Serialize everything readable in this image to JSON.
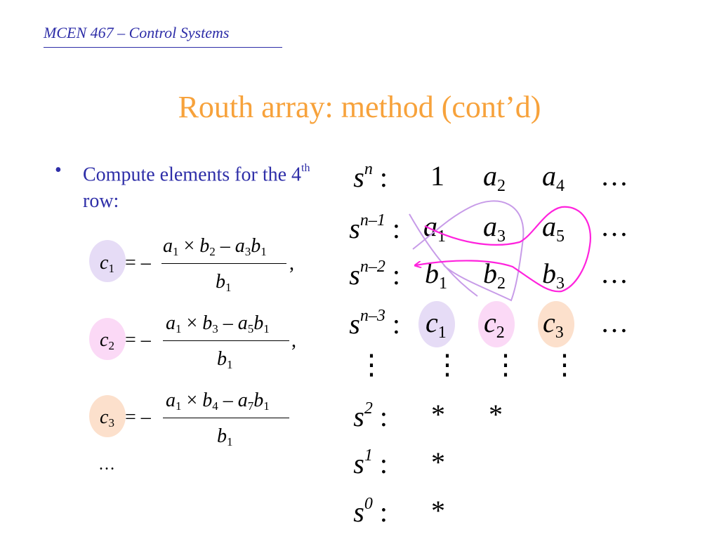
{
  "header": {
    "course": "MCEN 467 – Control Systems"
  },
  "title": "Routh array: method (cont’d)",
  "bullet": {
    "symbol": "•",
    "text_main": "Compute elements for the 4",
    "text_sup": "th",
    "text_end": " row:"
  },
  "equations": [
    {
      "lhs_var": "c",
      "lhs_sub": "1",
      "eq": "= –",
      "num": [
        "a",
        "1",
        " × ",
        "b",
        "2",
        " – ",
        "a",
        "3",
        "b",
        "1"
      ],
      "den_var": "b",
      "den_sub": "1",
      "trail": ",",
      "highlight": "#e6dcf6"
    },
    {
      "lhs_var": "c",
      "lhs_sub": "2",
      "eq": "= –",
      "num": [
        "a",
        "1",
        " × ",
        "b",
        "3",
        " – ",
        "a",
        "5",
        "b",
        "1"
      ],
      "den_var": "b",
      "den_sub": "1",
      "trail": ",",
      "highlight": "#fbd9f6"
    },
    {
      "lhs_var": "c",
      "lhs_sub": "3",
      "eq": "= –",
      "num": [
        "a",
        "1",
        " × ",
        "b",
        "4",
        " – ",
        "a",
        "7",
        "b",
        "1"
      ],
      "den_var": "b",
      "den_sub": "1",
      "trail": "",
      "highlight": "#fce0cc"
    }
  ],
  "equations_more": "…",
  "array": {
    "row_labels": [
      {
        "base": "s",
        "exp": "n"
      },
      {
        "base": "s",
        "exp": "n–1"
      },
      {
        "base": "s",
        "exp": "n–2"
      },
      {
        "base": "s",
        "exp": "n–3"
      },
      {
        "base": "s",
        "exp": "2"
      },
      {
        "base": "s",
        "exp": "1"
      },
      {
        "base": "s",
        "exp": "0"
      }
    ],
    "colon": ":",
    "rows": [
      [
        {
          "v": "1",
          "s": ""
        },
        {
          "v": "a",
          "s": "2"
        },
        {
          "v": "a",
          "s": "4"
        },
        {
          "v": "…",
          "s": ""
        }
      ],
      [
        {
          "v": "a",
          "s": "1"
        },
        {
          "v": "a",
          "s": "3"
        },
        {
          "v": "a",
          "s": "5"
        },
        {
          "v": "…",
          "s": ""
        }
      ],
      [
        {
          "v": "b",
          "s": "1"
        },
        {
          "v": "b",
          "s": "2"
        },
        {
          "v": "b",
          "s": "3"
        },
        {
          "v": "…",
          "s": ""
        }
      ],
      [
        {
          "v": "c",
          "s": "1"
        },
        {
          "v": "c",
          "s": "2"
        },
        {
          "v": "c",
          "s": "3"
        },
        {
          "v": "…",
          "s": ""
        }
      ]
    ],
    "vdots": "⋮",
    "lower_rows": [
      [
        "*",
        "*"
      ],
      [
        "*"
      ],
      [
        "*"
      ]
    ]
  },
  "colors": {
    "header": "#2e2ea8",
    "title": "#f7a23b",
    "arrow_purple": "#c79be8",
    "arrow_magenta": "#ff22dd"
  }
}
